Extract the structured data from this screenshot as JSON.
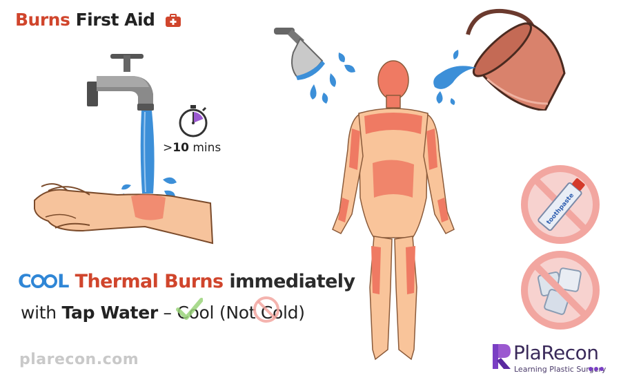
{
  "header": {
    "title_accent": "Burns",
    "title_rest": "First Aid",
    "kit_icon": "first-aid-kit-icon"
  },
  "timer": {
    "prefix": ">",
    "value": "10",
    "unit": "mins",
    "icon": "stopwatch-icon"
  },
  "headline": {
    "cool_prefix": "C",
    "cool_suffix": "L",
    "thermal": "Thermal Burns",
    "rest": "immediately"
  },
  "subline": {
    "with": "with",
    "tap_water": "Tap Water",
    "dash": "–",
    "cool": "Cool",
    "not_cold": "(Not Cold)"
  },
  "tube_label": "toothpaste",
  "footer": {
    "site": "plarecon.com",
    "brand_letter": "R",
    "brand_name": "PlaRecon",
    "brand_tagline": "Learning Plastic Surgery"
  },
  "colors": {
    "accent_red": "#d0452c",
    "cool_blue": "#2f86d6",
    "water_blue": "#3c8fd8",
    "skin": "#f9c49a",
    "burn": "#ef7a63",
    "prohibit": "#f2a6a0",
    "check_green": "#9ad47a",
    "bucket": "#d9826c",
    "brand_purple": "#7a3fc4"
  }
}
